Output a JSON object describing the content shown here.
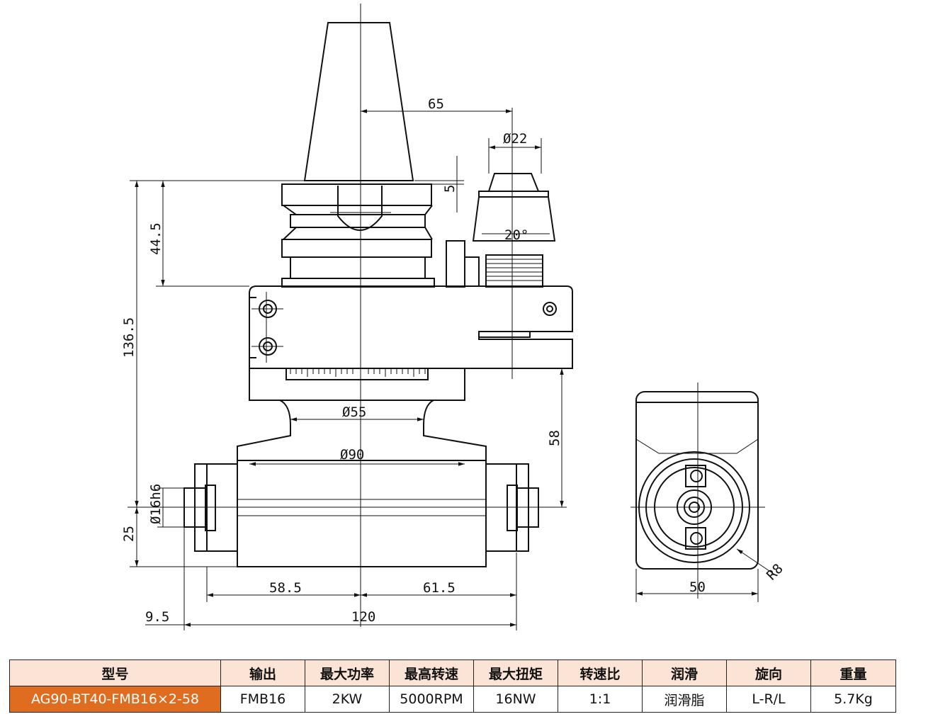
{
  "drawing": {
    "dimensions": {
      "d65": "65",
      "d22": "Ø22",
      "d5": "5",
      "d20deg": "20°",
      "d44_5": "44.5",
      "d136_5": "136.5",
      "d55": "Ø55",
      "d90": "Ø90",
      "d58": "58",
      "d16h6": "Ø16h6",
      "d25": "25",
      "d58_5": "58.5",
      "d61_5": "61.5",
      "d9_5": "9.5",
      "d120": "120",
      "d50": "50",
      "r8": "R8"
    }
  },
  "spec_table": {
    "headers": [
      "型号",
      "输出",
      "最大功率",
      "最高转速",
      "最大扭矩",
      "转速比",
      "润滑",
      "旋向",
      "重量"
    ],
    "row": [
      "AG90-BT40-FMB16×2-58",
      "FMB16",
      "2KW",
      "5000RPM",
      "16NW",
      "1:1",
      "润滑脂",
      "L-R/L",
      "5.7Kg"
    ]
  },
  "colors": {
    "header_bg": "#fbe3d6",
    "model_cell_bg": "#e06c1f",
    "line": "#111111"
  }
}
